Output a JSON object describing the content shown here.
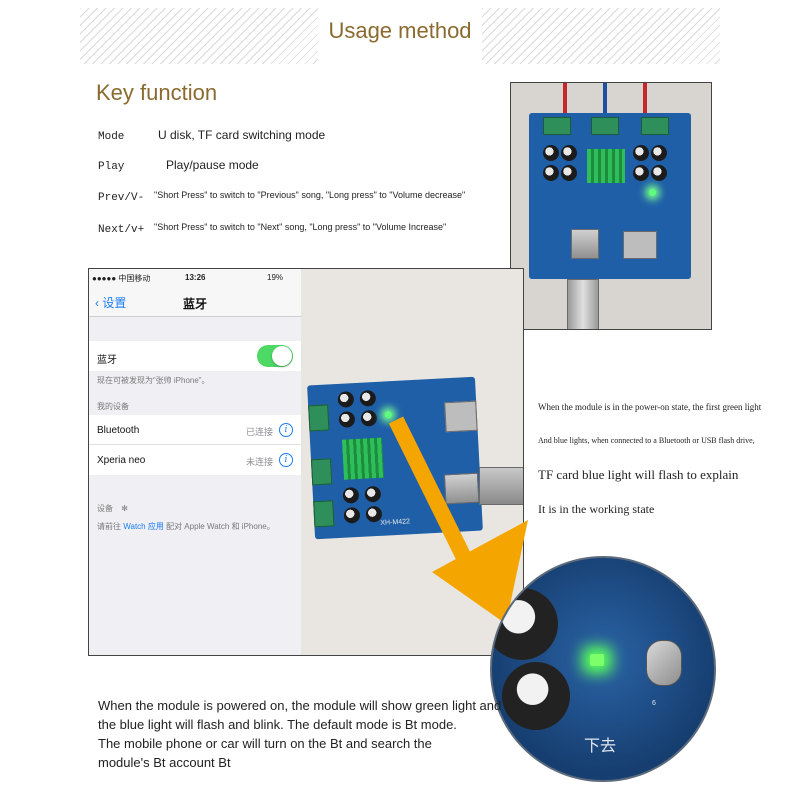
{
  "header": {
    "title": "Usage method"
  },
  "key_function": {
    "title": "Key function",
    "rows": [
      {
        "key": "Mode",
        "desc": "U disk, TF card switching mode"
      },
      {
        "key": "Play",
        "desc": "Play/pause mode"
      },
      {
        "key": "Prev/V-",
        "desc": "\"Short Press\" to switch to \"Previous\" song, \"Long press\" to \"Volume decrease\""
      },
      {
        "key": "Next/v+",
        "desc": "\"Short Press\" to switch to \"Next\" song, \"Long press\" to \"Volume Increase\""
      }
    ]
  },
  "phone": {
    "status": {
      "carrier": "●●●●● 中国移动",
      "time": "13:26",
      "battery": "19%"
    },
    "nav": {
      "back": "设置",
      "title": "蓝牙"
    },
    "bluetooth_label": "蓝牙",
    "discoverable": "现在可被发现为“张帅 iPhone”。",
    "my_devices": "我的设备",
    "devices": [
      {
        "name": "Bluetooth",
        "state": "已连接"
      },
      {
        "name": "Xperia neo",
        "state": "未连接"
      }
    ],
    "devices_section": "设备",
    "watch_hint_prefix": "请前往",
    "watch_hint_link": "Watch 应用",
    "watch_hint_suffix": "配对 Apple Watch 和 iPhone。"
  },
  "board": {
    "silkscreen": "XH-M422"
  },
  "explanation": [
    "When the module is in the power-on state, the first green light",
    "And blue lights, when connected to a Bluetooth or USB flash drive,",
    "TF card blue light will flash to explain",
    "It is in the working state"
  ],
  "bottom_text": [
    "When the module is powered on, the module will show green light and",
    "the blue light will flash and blink. The default mode is Bt  mode.",
    "The mobile phone or car will turn on the Bt and search the",
    "module's Bt account Bt"
  ],
  "zoom": {
    "text": "下去",
    "board_mark": "6"
  },
  "colors": {
    "accent": "#8a6a2f",
    "arrow": "#f5a500",
    "led": "#5dff7a",
    "ios_blue": "#1a7cf5",
    "ios_green": "#4cd964"
  }
}
